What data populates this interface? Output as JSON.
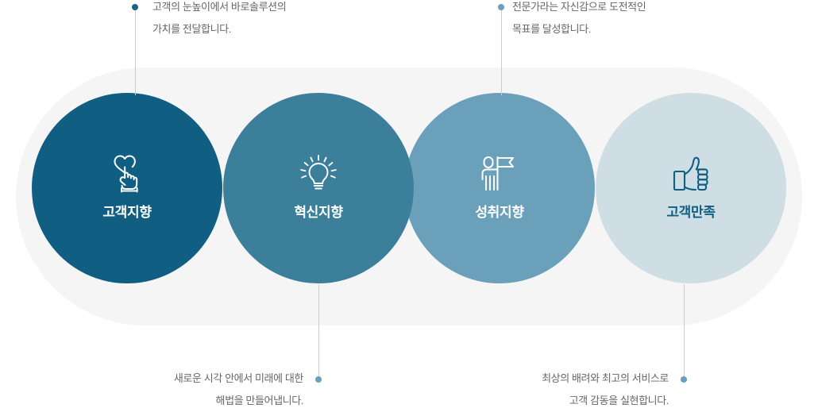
{
  "panel": {
    "background_color": "#f5f5f5"
  },
  "colors": {
    "circle_1": "#105f83",
    "circle_2": "#3b7f9b",
    "circle_3": "#6ba0ba",
    "circle_4": "#cedee4",
    "label_light": "#ffffff",
    "label_dark": "#105f83",
    "callout_text": "#666666",
    "connector_line": "#cccccc"
  },
  "values": [
    {
      "id": "customer-oriented",
      "label": "고객지향",
      "icon": "heart-hand-icon",
      "color": "#105f83",
      "label_color": "#ffffff"
    },
    {
      "id": "innovation-oriented",
      "label": "혁신지향",
      "icon": "lightbulb-icon",
      "color": "#3b7f9b",
      "label_color": "#ffffff"
    },
    {
      "id": "achievement-oriented",
      "label": "성취지향",
      "icon": "person-flag-icon",
      "color": "#6ba0ba",
      "label_color": "#ffffff"
    },
    {
      "id": "customer-satisfaction",
      "label": "고객만족",
      "icon": "thumbs-up-icon",
      "color": "#cedee4",
      "label_color": "#105f83"
    }
  ],
  "callouts": [
    {
      "id": "callout-customer-oriented",
      "position": "top",
      "align": "left",
      "dot_color": "#1b6485",
      "line1": "고객의 눈높이에서 바로솔루션의",
      "line2": "가치를 전달합니다."
    },
    {
      "id": "callout-achievement-oriented",
      "position": "top",
      "align": "left",
      "dot_color": "#6ba0ba",
      "line1": "전문가라는 자신감으로 도전적인",
      "line2": "목표를 달성합니다."
    },
    {
      "id": "callout-innovation-oriented",
      "position": "bottom",
      "align": "right",
      "dot_color": "#6ba0ba",
      "line1": "새로운 시각 안에서 미래에 대한",
      "line2": "해법을 만들어냅니다."
    },
    {
      "id": "callout-customer-satisfaction",
      "position": "bottom",
      "align": "right",
      "dot_color": "#6ba0ba",
      "line1": "최상의 배려와 최고의 서비스로",
      "line2": "고객 감동을 실현합니다."
    }
  ]
}
